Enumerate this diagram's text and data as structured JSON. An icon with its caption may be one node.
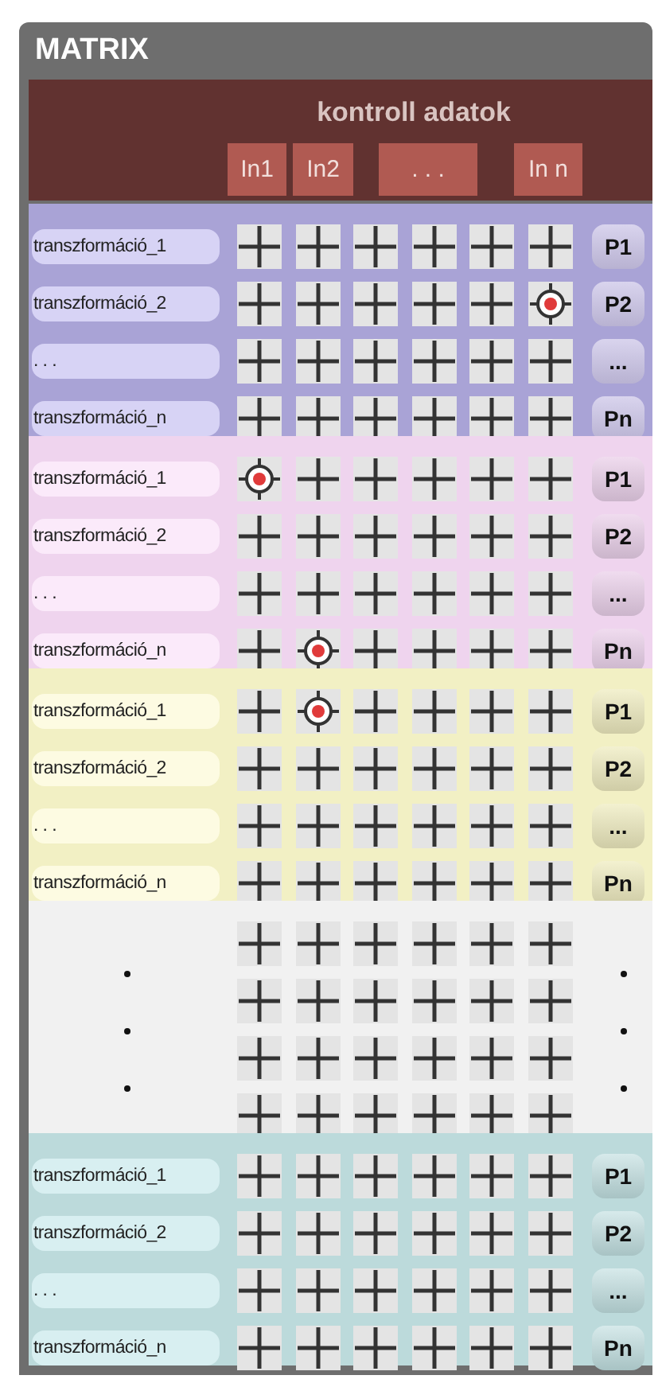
{
  "diagram": {
    "title": "MATRIX",
    "nodes": [
      {
        "text": [
          "kontroll adatok"
        ]
      },
      {
        "text": [
          "In1"
        ],
        "in": 0
      },
      {
        "text": [
          "In2"
        ],
        "in": 0
      },
      {
        "text": [
          ". . ."
        ],
        "in": 0
      },
      {
        "text": [
          "In n"
        ],
        "in": 0
      },
      {
        "text": [],
        "shape": "box"
      },
      {
        "text": [
          "transzformáció_1"
        ],
        "in": 5
      },
      {
        "text": [
          "P1"
        ],
        "in": 5
      },
      {
        "text": [
          "transzformáció_2"
        ],
        "in": 5
      },
      {
        "text": [],
        "shape": "target",
        "in": 5
      },
      {
        "text": [
          "P2"
        ],
        "in": 5
      },
      {
        "text": [
          ". . ."
        ],
        "in": 5
      },
      {
        "text": [
          "..."
        ],
        "in": 5
      },
      {
        "text": [
          "transzformáció_n"
        ],
        "in": 5
      },
      {
        "text": [
          "Pn"
        ],
        "in": 5
      },
      {
        "text": [],
        "shape": "box"
      },
      {
        "text": [
          "transzformáció_1"
        ],
        "in": 15
      },
      {
        "text": [],
        "shape": "target",
        "in": 15
      },
      {
        "text": [
          "P1"
        ],
        "in": 15
      },
      {
        "text": [
          "transzformáció_2"
        ],
        "in": 15
      },
      {
        "text": [
          "P2"
        ],
        "in": 15
      },
      {
        "text": [
          ". . ."
        ],
        "in": 15
      },
      {
        "text": [
          "..."
        ],
        "in": 15
      },
      {
        "text": [
          "transzformáció_n"
        ],
        "in": 15
      },
      {
        "text": [],
        "shape": "target",
        "in": 15
      },
      {
        "text": [
          "Pn"
        ],
        "in": 15
      },
      {
        "text": [],
        "shape": "box"
      },
      {
        "text": [
          "transzformáció_1"
        ],
        "in": 26
      },
      {
        "text": [],
        "shape": "target",
        "in": 26
      },
      {
        "text": [
          "P1"
        ],
        "in": 26
      },
      {
        "text": [
          "transzformáció_2"
        ],
        "in": 26
      },
      {
        "text": [
          "P2"
        ],
        "in": 26
      },
      {
        "text": [
          ". . ."
        ],
        "in": 26
      },
      {
        "text": [
          "..."
        ],
        "in": 26
      },
      {
        "text": [
          "transzformáció_n"
        ],
        "in": 26
      },
      {
        "text": [
          "Pn"
        ],
        "in": 26
      },
      {
        "text": [],
        "shape": "box"
      },
      {
        "text": [],
        "shape": "box"
      },
      {
        "text": [
          "transzformáció_1"
        ],
        "in": 37
      },
      {
        "text": [
          "P1"
        ],
        "in": 37
      },
      {
        "text": [
          "transzformáció_2"
        ],
        "in": 37
      },
      {
        "text": [
          "P2"
        ],
        "in": 37
      },
      {
        "text": [
          ". . ."
        ],
        "in": 37
      },
      {
        "text": [
          "..."
        ],
        "in": 37
      },
      {
        "text": [
          "transzformáció_n"
        ],
        "in": 37
      },
      {
        "text": [
          "Pn"
        ],
        "in": 37
      }
    ]
  }
}
